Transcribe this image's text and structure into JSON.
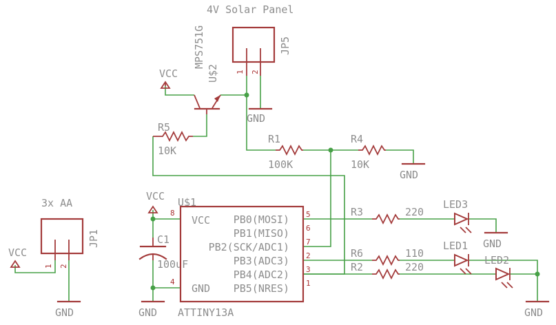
{
  "labels": {
    "solar_title": "4V Solar Panel",
    "jp5": "JP5",
    "transistor": "MPS751G",
    "transistor_ref": "U$2",
    "vcc_top": "VCC",
    "gnd_jp5": "GND",
    "r5": "R5",
    "r5_val": "10K",
    "r1": "R1",
    "r1_val": "100K",
    "r4": "R4",
    "r4_val": "10K",
    "gnd_r4": "GND",
    "aa_title": "3x AA",
    "jp1": "JP1",
    "vcc_jp1": "VCC",
    "gnd_jp1": "GND",
    "vcc_c1": "VCC",
    "c1": "C1",
    "c1_val": "100uF",
    "gnd_c1": "GND",
    "chip_ref": "U$1",
    "chip_name": "ATTINY13A",
    "r3": "R3",
    "r3_val": "220",
    "r6": "R6",
    "r6_val": "110",
    "r2": "R2",
    "r2_val": "220",
    "led3": "LED3",
    "led1": "LED1",
    "led2": "LED2",
    "gnd_led3": "GND",
    "gnd_led2": "GND"
  },
  "chip_pins_left": [
    "VCC",
    "GND"
  ],
  "chip_pins_right": [
    "PB0(MOSI)",
    "PB1(MISO)",
    "PB2(SCK/ADC1)",
    "PB3(ADC3)",
    "PB4(ADC2)",
    "PB5(NRES)"
  ],
  "pin_numbers": {
    "vcc": "8",
    "gnd": "4",
    "pb0": "5",
    "pb1": "6",
    "pb2": "7",
    "pb3": "2",
    "pb4": "3",
    "pb5": "1",
    "jp5_1": "1",
    "jp5_2": "2",
    "jp1_1": "1",
    "jp1_2": "2"
  }
}
